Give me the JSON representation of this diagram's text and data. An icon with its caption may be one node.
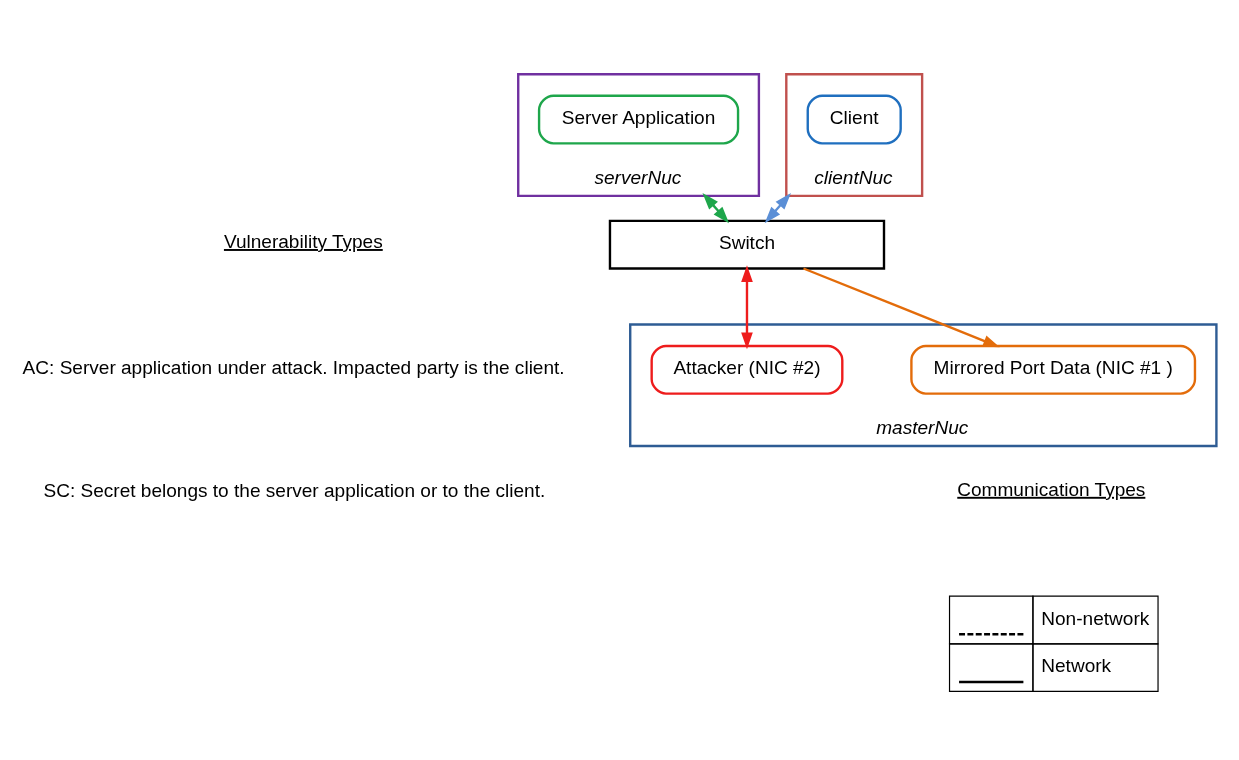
{
  "diagram": {
    "nodes": [
      {
        "text": [
          "serverNuc"
        ]
      },
      {
        "text": [
          "Server Application"
        ],
        "in": 0
      },
      {
        "text": [
          "clientNuc"
        ]
      },
      {
        "text": [
          "Client"
        ],
        "in": 2
      },
      {
        "text": [
          "Switch"
        ]
      },
      {
        "text": [
          "masterNuc"
        ]
      },
      {
        "text": [
          "Attacker (NIC #2)"
        ],
        "in": 5
      },
      {
        "text": [
          "Mirrored Port Data (NIC #1 )"
        ],
        "in": 5
      }
    ],
    "edges": [
      {
        "from": 0,
        "to": 4,
        "arrow": "both",
        "color": "#1ea64b"
      },
      {
        "from": 2,
        "to": 4,
        "arrow": "both",
        "color": "#5b8fd6"
      },
      {
        "from": 4,
        "to": 6,
        "arrow": "both",
        "color": "#ee1c1c"
      },
      {
        "from": 4,
        "to": 7,
        "arrow": "to",
        "color": "#e36c0a"
      }
    ],
    "labels": [
      "Vulnerability Types",
      "AC: Server application under attack. Impacted party is the client.",
      "SC: Secret belongs to the server application or to the client.",
      "Communication Types"
    ],
    "legend": [
      {
        "text": "Non-network"
      },
      {
        "text": "Network"
      }
    ]
  }
}
